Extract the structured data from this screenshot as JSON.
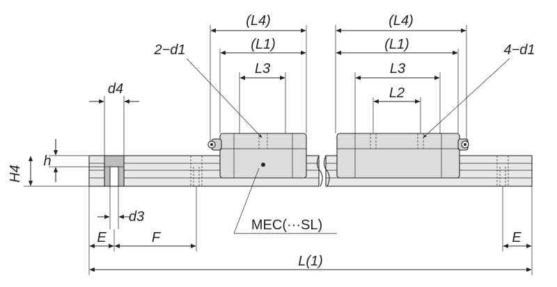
{
  "labels": {
    "l4_left": "(L4)",
    "l1_left": "(L1)",
    "l3_left": "L3",
    "d1_left": "2−d1",
    "l4_right": "(L4)",
    "l1_right": "(L1)",
    "l3_right": "L3",
    "l2_right": "L2",
    "d1_right": "4−d1",
    "d4": "d4",
    "h": "h",
    "h4": "H4",
    "d3": "d3",
    "e_left": "E",
    "f": "F",
    "mec": "MEC(···SL)",
    "e_right": "E",
    "l_total": "L(1)"
  }
}
